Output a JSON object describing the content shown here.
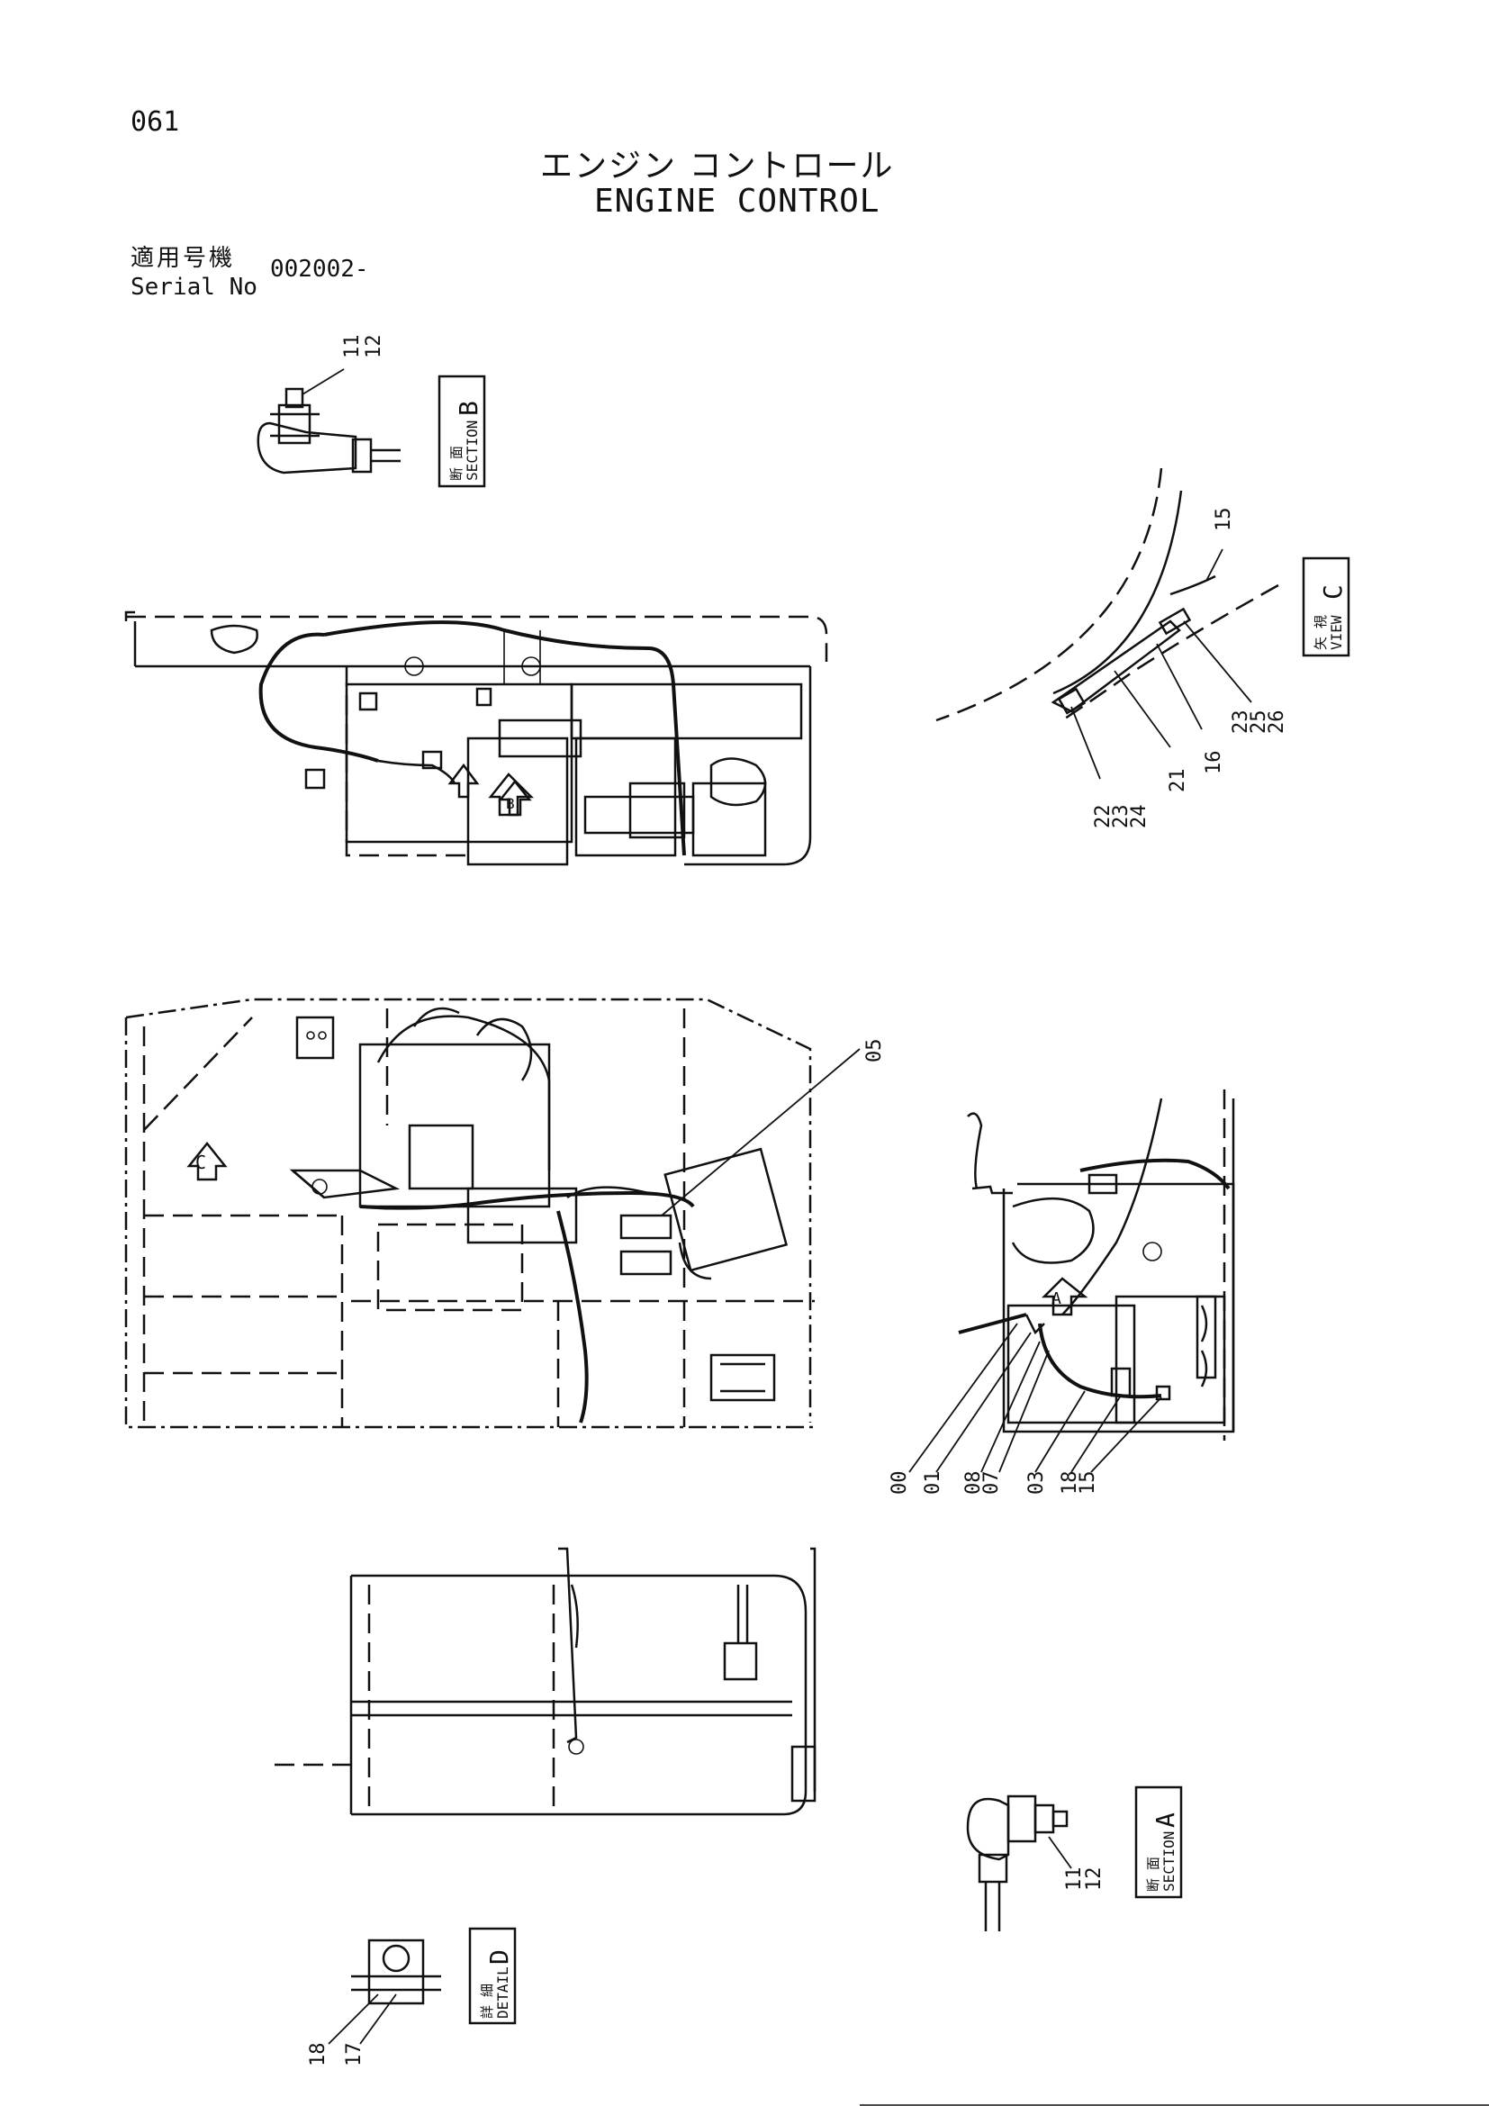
{
  "header": {
    "page_code": "061",
    "title_jp": "エンジン コントロール",
    "title_en": "ENGINE CONTROL",
    "serial_label_jp": "適用号機",
    "serial_label_en": "Serial No",
    "serial_value": "002002-"
  },
  "views": {
    "section_b": {
      "label_jp": "断 面",
      "label_en": "SECTION",
      "letter": "B"
    },
    "view_c": {
      "label_jp": "矢 視",
      "label_en": "VIEW",
      "letter": "C"
    },
    "section_a": {
      "label_jp": "断 面",
      "label_en": "SECTION",
      "letter": "A"
    },
    "detail_d": {
      "label_jp": "詳 細",
      "label_en": "DETAIL",
      "letter": "D"
    }
  },
  "markers": {
    "a": "A",
    "b": "B",
    "c": "C"
  },
  "callouts": {
    "sb_11": "11",
    "sb_12": "12",
    "vc_15": "15",
    "vc_23a": "23",
    "vc_25": "25",
    "vc_26": "26",
    "vc_16": "16",
    "vc_21": "21",
    "vc_22": "22",
    "vc_23b": "23",
    "vc_24": "24",
    "mid_05": "05",
    "r_00": "00",
    "r_01": "01",
    "r_08": "08",
    "r_07": "07",
    "r_03": "03",
    "r_18": "18",
    "r_15": "15",
    "sa_11": "11",
    "sa_12": "12",
    "dd_18": "18",
    "dd_17": "17"
  }
}
